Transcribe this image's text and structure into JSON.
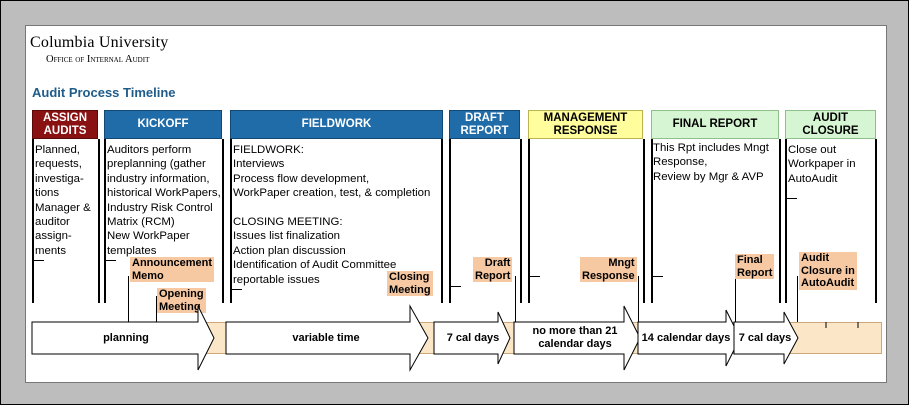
{
  "header": {
    "university": "Columbia University",
    "office": "Office of Internal Audit",
    "title": "Audit Process Timeline"
  },
  "phases": [
    {
      "label": "ASSIGN AUDITS",
      "color": "#8a1111",
      "body": "Planned,\nrequests,\ninvestiga-\ntions\nManager &\nauditor\nassign-\nments"
    },
    {
      "label": "KICKOFF",
      "color": "#1f6ca8",
      "body": "Auditors perform\npreplanning (gather\nindustry information,\nhistorical WorkPapers,\nIndustry Risk Control\nMatrix (RCM)\nNew WorkPaper\ntemplates"
    },
    {
      "label": "FIELDWORK",
      "color": "#1f6ca8",
      "body": "FIELDWORK:\nInterviews\nProcess flow development,\nWorkPaper creation, test, & completion\n\nCLOSING MEETING:\nIssues list finalization\nAction plan discussion\nIdentification of Audit Committee\nreportable issues"
    },
    {
      "label": "DRAFT REPORT",
      "color": "#1f6ca8",
      "body": ""
    },
    {
      "label": "MANAGEMENT RESPONSE",
      "color": "#fffd9c",
      "body": ""
    },
    {
      "label": "FINAL REPORT",
      "color": "#d6f5d2",
      "body": "This Rpt includes Mngt\nResponse,\nReview by Mgr & AVP"
    },
    {
      "label": "AUDIT CLOSURE",
      "color": "#d6f5d2",
      "body": "Close out\nWorkpaper in\nAutoAudit"
    }
  ],
  "milestones": {
    "announcement_memo": "Announcement\nMemo",
    "opening_meeting": "Opening\nMeeting",
    "closing_meeting": "Closing\nMeeting",
    "draft_report": "Draft\nReport",
    "mngt_response": "Mngt\nResponse",
    "final_report": "Final\nReport",
    "audit_closure": "Audit\nClosure in\nAutoAudit"
  },
  "durations": {
    "planning": "planning",
    "variable_time": "variable time",
    "draft": "7 cal days",
    "response": "no more than 21\ncalendar days",
    "final": "14 calendar days",
    "closure": "7 cal days"
  }
}
